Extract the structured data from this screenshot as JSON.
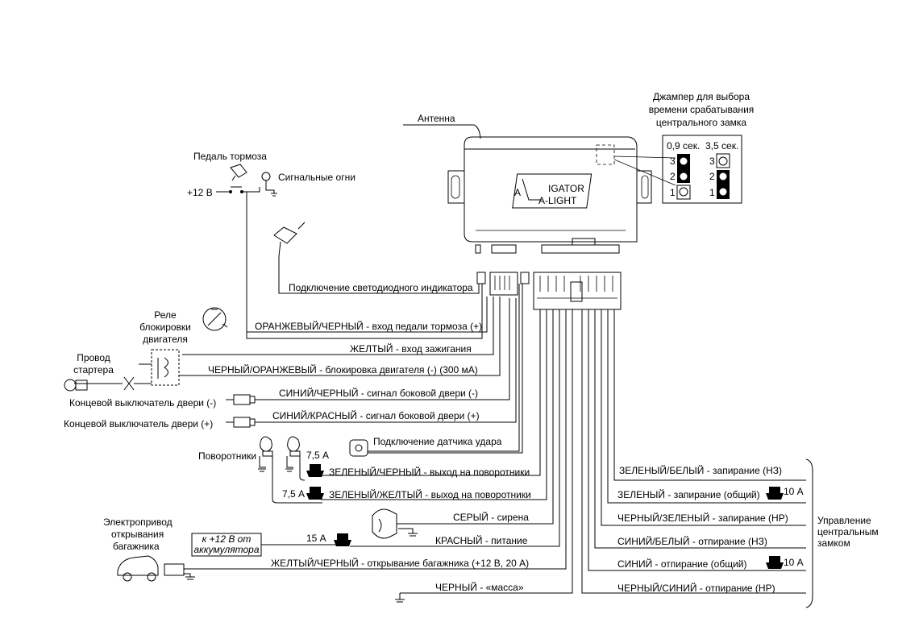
{
  "unit": {
    "antenna": "Антенна",
    "logo_left": "A",
    "logo_top": "IGATOR",
    "logo_bottom": "A-LIGHT"
  },
  "jumper": {
    "title_lines": [
      "Джампер для выбора",
      "времени срабатывания",
      "центрального замка"
    ],
    "option_1": "0,9 сек.",
    "option_2": "3,5 сек.",
    "pins": [
      "3",
      "2",
      "1"
    ]
  },
  "top_left": {
    "brake_pedal": "Педаль тормоза",
    "plus12": "+12 В",
    "signal_lights": "Сигнальные огни",
    "led": "Подключение светодиодного индикатора"
  },
  "relay": {
    "title_lines": [
      "Реле",
      "блокировки",
      "двигателя"
    ],
    "starter_lines": [
      "Провод",
      "стартера"
    ]
  },
  "door_switch_minus": "Концевой выключатель двери (-)",
  "door_switch_plus": "Концевой выключатель двери (+)",
  "left_wires": [
    "ОРАНЖЕВЫЙ/ЧЕРНЫЙ - вход педали тормоза (+)",
    "ЖЕЛТЫЙ - вход зажигания",
    "ЧЕРНЫЙ/ОРАНЖЕВЫЙ - блокировка двигателя (-) (300 мА)",
    "СИНИЙ/ЧЕРНЫЙ - сигнал боковой двери (-)",
    "СИНИЙ/КРАСНЫЙ - сигнал боковой двери (+)"
  ],
  "shock_sensor": "Подключение датчика удара",
  "turn_signals": "Поворотники",
  "fuses": {
    "f75a": "7,5 А",
    "f75b": "7,5 А",
    "f15": "15 А",
    "f10a": "10 А",
    "f10b": "10 А"
  },
  "bottom_wires": [
    "ЗЕЛЕНЫЙ/ЧЕРНЫЙ - выход на поворотники",
    "ЗЕЛЕНЫЙ/ЖЕЛТЫЙ - выход на поворотники",
    "СЕРЫЙ - сирена",
    "КРАСНЫЙ - питание",
    "ЖЕЛТЫЙ/ЧЕРНЫЙ - открывание багажника (+12 В, 20 А)",
    "ЧЕРНЫЙ - «масса»"
  ],
  "trunk": {
    "title_lines": [
      "Электропривод",
      "открывания",
      "багажника"
    ],
    "battery_lines": [
      "к +12 В от",
      "аккумулятора"
    ]
  },
  "right_wires": [
    "ЗЕЛЕНЫЙ/БЕЛЫЙ - запирание (НЗ)",
    "ЗЕЛЕНЫЙ - запирание (общий)",
    "ЧЕРНЫЙ/ЗЕЛЕНЫЙ - запирание (НР)",
    "СИНИЙ/БЕЛЫЙ - отпирание (НЗ)",
    "СИНИЙ - отпирание (общий)",
    "ЧЕРНЫЙ/СИНИЙ - отпирание (НР)"
  ],
  "central_lock": [
    "Управление",
    "центральным",
    "замком"
  ]
}
